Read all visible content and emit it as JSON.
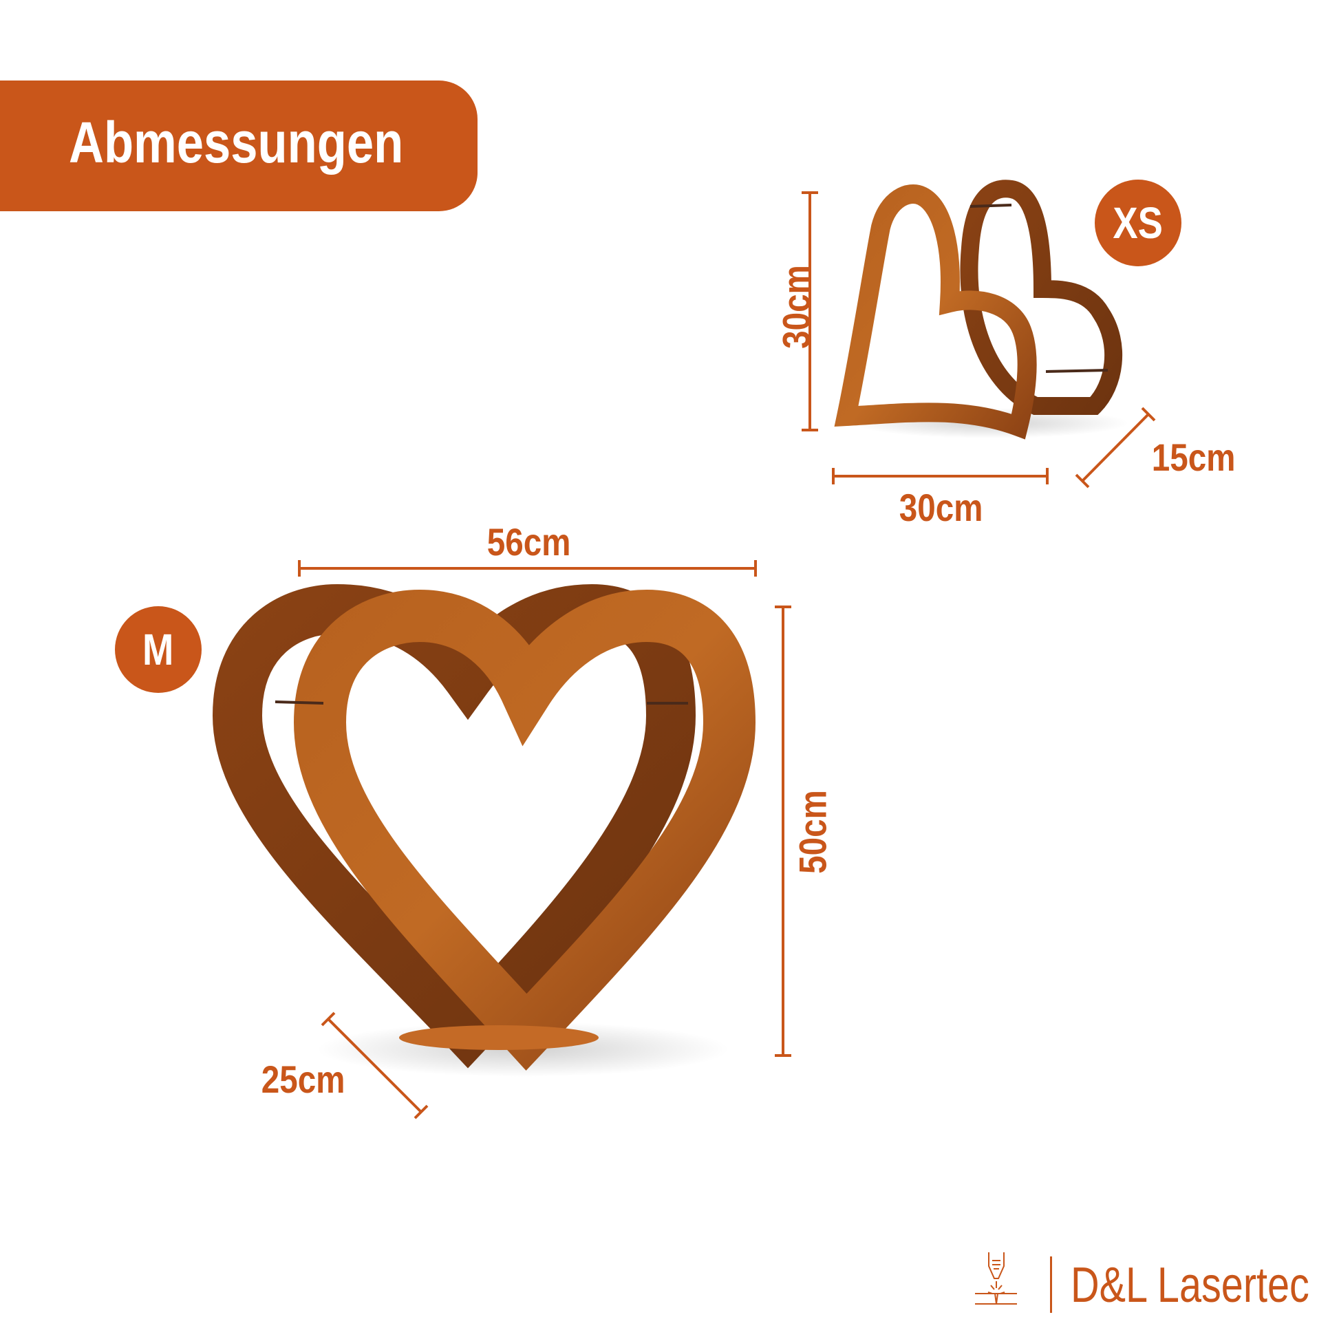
{
  "header": {
    "title": "Abmessungen"
  },
  "colors": {
    "accent": "#c9561a",
    "rust": "#a9521a"
  },
  "products": {
    "xs": {
      "badge": "XS",
      "height": "30cm",
      "width": "30cm",
      "depth": "15cm"
    },
    "m": {
      "badge": "M",
      "width": "56cm",
      "height": "50cm",
      "depth": "25cm"
    }
  },
  "brand": {
    "name": "D&L Lasertec",
    "icon": "laser-cutter-icon"
  }
}
